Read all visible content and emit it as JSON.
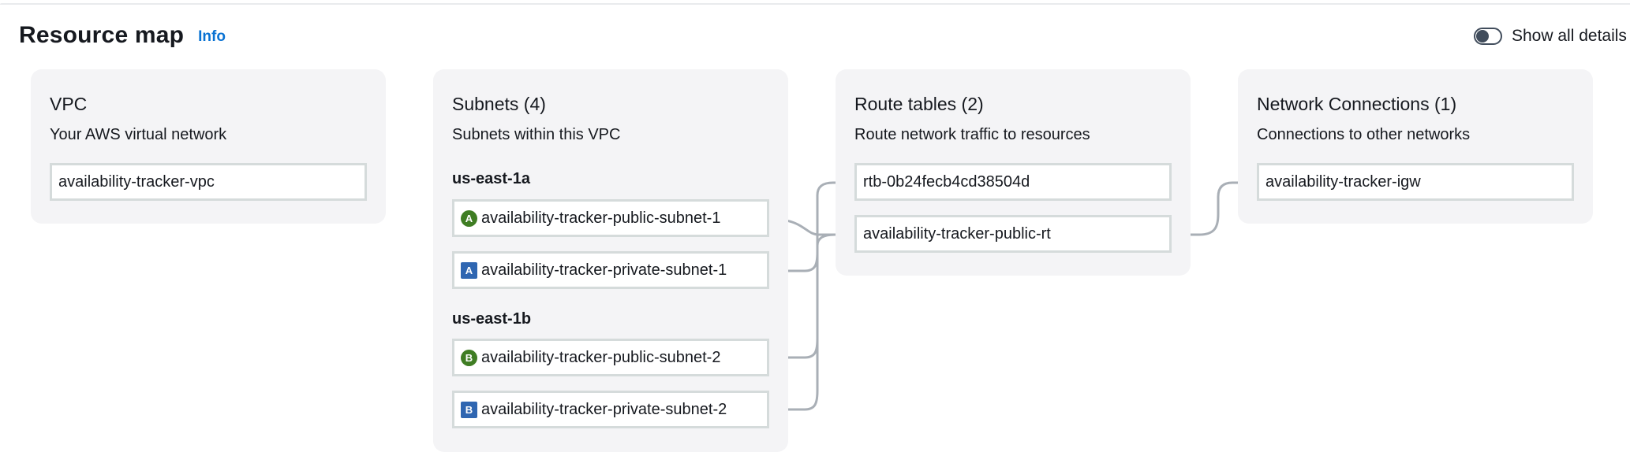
{
  "header": {
    "title": "Resource map",
    "info_link": "Info",
    "toggle_label": "Show all details",
    "toggle_on": false
  },
  "colors": {
    "accent": "#0972d3",
    "public_badge": "#3f7d23",
    "private_badge": "#2f66b1",
    "connector": "#a9afb6"
  },
  "vpc": {
    "title": "VPC",
    "subtitle": "Your AWS virtual network",
    "resource": "availability-tracker-vpc"
  },
  "subnets": {
    "title": "Subnets (4)",
    "subtitle": "Subnets within this VPC",
    "zones": [
      {
        "name": "us-east-1a",
        "items": [
          {
            "badge": "A",
            "type": "public",
            "name": "availability-tracker-public-subnet-1"
          },
          {
            "badge": "A",
            "type": "private",
            "name": "availability-tracker-private-subnet-1"
          }
        ]
      },
      {
        "name": "us-east-1b",
        "items": [
          {
            "badge": "B",
            "type": "public",
            "name": "availability-tracker-public-subnet-2"
          },
          {
            "badge": "B",
            "type": "private",
            "name": "availability-tracker-private-subnet-2"
          }
        ]
      }
    ]
  },
  "route_tables": {
    "title": "Route tables (2)",
    "subtitle": "Route network traffic to resources",
    "items": [
      {
        "name": "rtb-0b24fecb4cd38504d"
      },
      {
        "name": "availability-tracker-public-rt"
      }
    ]
  },
  "network_connections": {
    "title": "Network Connections (1)",
    "subtitle": "Connections to other networks",
    "items": [
      {
        "name": "availability-tracker-igw"
      }
    ]
  }
}
